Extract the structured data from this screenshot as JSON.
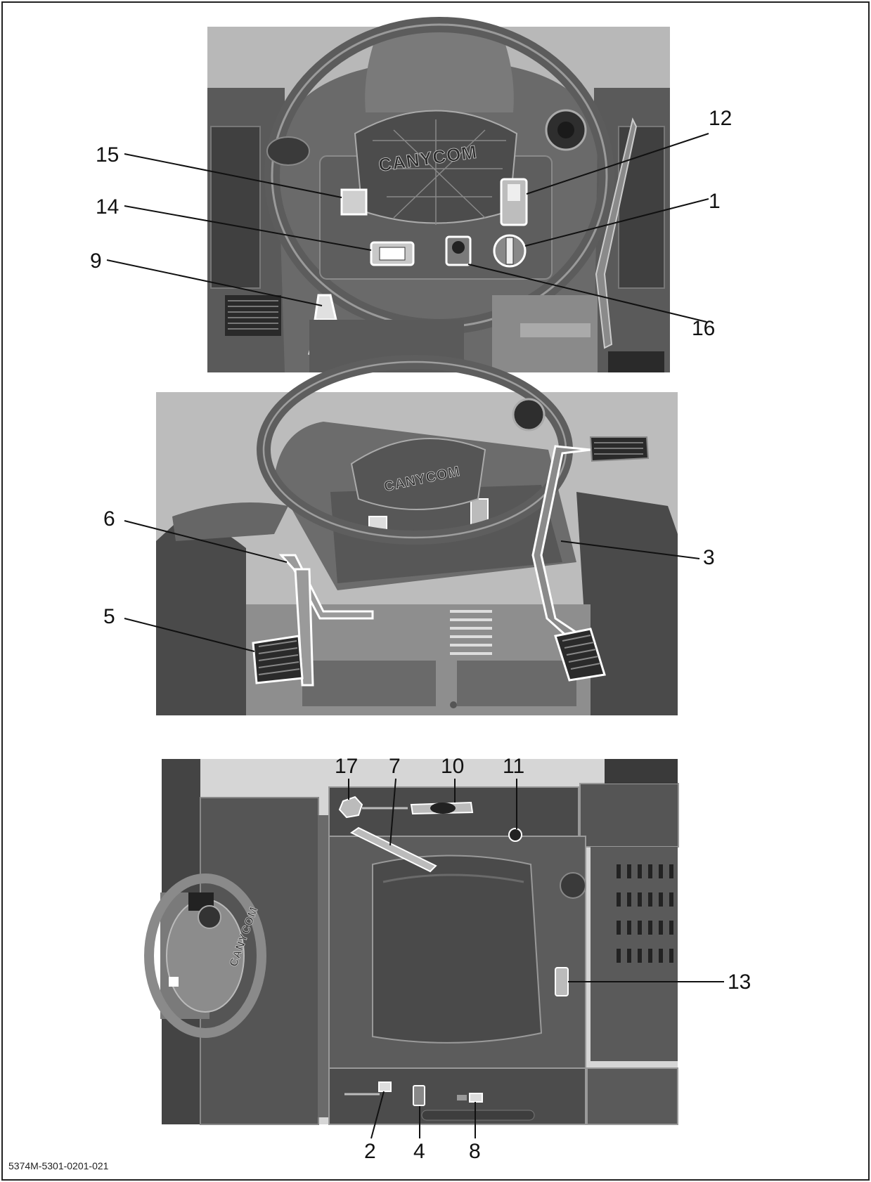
{
  "brand_text": "CANYCOM",
  "document_id": "5374M-5301-0201-021",
  "callouts": {
    "c1": "1",
    "c2": "2",
    "c3": "3",
    "c4": "4",
    "c5": "5",
    "c6": "6",
    "c7": "7",
    "c8": "8",
    "c9": "9",
    "c10": "10",
    "c11": "11",
    "c12": "12",
    "c13": "13",
    "c14": "14",
    "c15": "15",
    "c16": "16",
    "c17": "17"
  },
  "colors": {
    "background": "#ffffff",
    "frame": "#222222",
    "body_dark": "#4a4a4a",
    "body_mid": "#6e6e6e",
    "body_light": "#9a9a9a",
    "highlight": "#ffffff",
    "leader": "#111111"
  }
}
